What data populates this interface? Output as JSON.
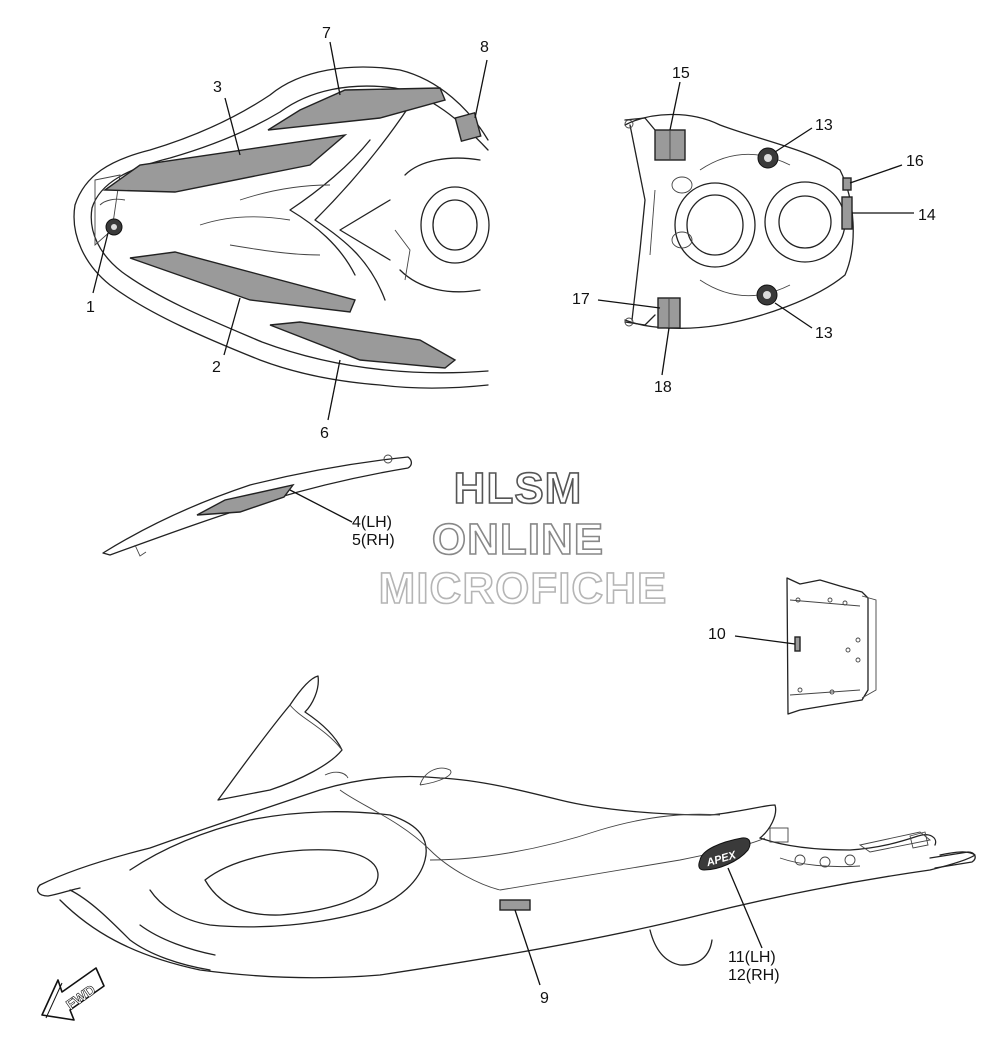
{
  "watermark": {
    "line1": "HLSM",
    "line2": "ONLINE",
    "line3": "MICROFICHE",
    "colors": [
      "#555555",
      "#888888",
      "#b5b5b5"
    ]
  },
  "callouts": {
    "c1": "1",
    "c2": "2",
    "c3": "3",
    "c4": "4(LH)",
    "c5": "5(RH)",
    "c6": "6",
    "c7": "7",
    "c8": "8",
    "c9": "9",
    "c10": "10",
    "c11": "11(LH)",
    "c12": "12(RH)",
    "c13a": "13",
    "c13b": "13",
    "c14": "14",
    "c15": "15",
    "c16": "16",
    "c17": "17",
    "c18": "18"
  },
  "decal_text": {
    "apex": "APEX"
  },
  "direction_arrow": {
    "label": "FWD"
  },
  "icons": [
    "yamaha-tuning-fork-emblem-icon",
    "fwd-arrow-icon"
  ]
}
